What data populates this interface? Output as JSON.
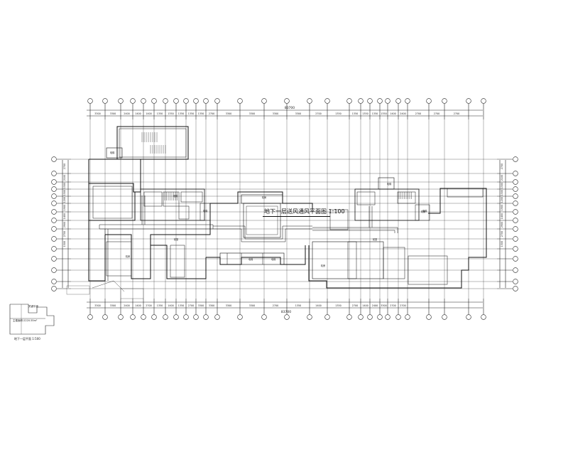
{
  "drawing": {
    "title": "地下一层送风通风平面图 1:100",
    "overall_dimension": "83700",
    "overall_dimension_bottom": "83700",
    "top_dims": [
      "3300",
      "3300",
      "2400",
      "1400",
      "1400",
      "1350",
      "1350",
      "1350",
      "1350",
      "1350",
      "2700",
      "3300",
      "3300",
      "3300",
      "3300",
      "2700",
      "1350",
      "1350",
      "1350",
      "1350",
      "1350",
      "1400",
      "2400",
      "2700",
      "2700",
      "2700"
    ],
    "bottom_dims": [
      "3300",
      "3300",
      "2400",
      "1400",
      "2700",
      "1350",
      "1400",
      "1350",
      "2700",
      "3300",
      "3300",
      "3300",
      "3300",
      "2700",
      "1350",
      "1400",
      "1350",
      "2700",
      "1400",
      "2400",
      "3300",
      "2700",
      "2700"
    ],
    "left_dims": [
      "2700",
      "2100",
      "1500",
      "1500",
      "1200",
      "1900",
      "1400",
      "2900",
      "2700",
      "1500"
    ],
    "right_dims": [
      "2700",
      "2100",
      "1500",
      "1500",
      "1200",
      "1900",
      "1400",
      "2900",
      "2700",
      "1500"
    ],
    "room_labels": [
      "电梯",
      "电梯",
      "电梯",
      "电梯",
      "电梯",
      "电梯",
      "电梯",
      "前室",
      "前室",
      "机房",
      "机房",
      "机房",
      "机房"
    ],
    "key_plan": {
      "label": "关键平面",
      "legend": "地下一层平面 1:500",
      "note": "主楼面积:2220.55m²"
    }
  }
}
